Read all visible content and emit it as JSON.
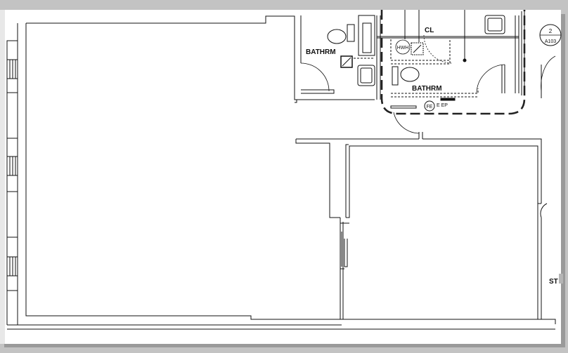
{
  "labels": {
    "bathroom_left": "BATHRM",
    "bathroom_right": "BATHRM",
    "closet": "CL",
    "water_heater": "HWH",
    "fire_extinguisher": "FE",
    "electrical_panel": "E EP",
    "stair_partial": "ST",
    "section_marker_number": "2",
    "section_marker_sheet": "A103"
  },
  "colors": {
    "background": "#c3c3c3",
    "paper": "#ffffff",
    "line": "#111111",
    "dashed_line": "#333333"
  }
}
